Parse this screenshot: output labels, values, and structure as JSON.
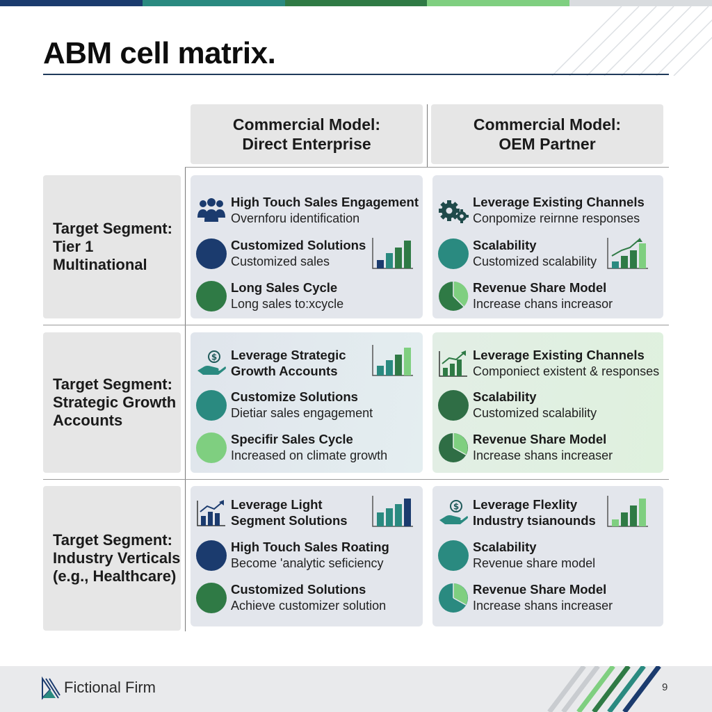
{
  "page": {
    "title": "ABM cell matrix.",
    "footer_brand": "Fictional Firm",
    "page_number": "9"
  },
  "colors": {
    "navy": "#1b3b6e",
    "teal": "#2a8a80",
    "green": "#2f7a45",
    "light_green": "#7fcf80",
    "panel": "#e6e6e6"
  },
  "columns": [
    {
      "label": "Commercial Model:\nDirect Enterprise"
    },
    {
      "label": "Commercial Model:\nOEM Partner"
    }
  ],
  "rows": [
    {
      "label": "Target Segment:\nTier 1\nMultinational"
    },
    {
      "label": "Target Segment:\nStrategic Growth\nAccounts"
    },
    {
      "label": "Target Segment:\nIndustry Verticals\n(e.g., Healthcare)"
    }
  ],
  "cells": [
    {
      "items": [
        {
          "title": "High Touch Sales Engagement",
          "subtitle": "Overnforu identification",
          "icon": "people-group-icon"
        },
        {
          "title": "Customized Solutions",
          "subtitle": "Customized sales",
          "icon": "navy-circle-icon"
        },
        {
          "title": "Long Sales Cycle",
          "subtitle": "Long sales to:xcycle",
          "icon": "green-circle-icon"
        }
      ]
    },
    {
      "items": [
        {
          "title": "Leverage Existing Channels",
          "subtitle": "Conpomize reirnne responses",
          "icon": "gears-icon"
        },
        {
          "title": "Scalability",
          "subtitle": "Customized scalability",
          "icon": "teal-circle-icon"
        },
        {
          "title": "Revenue Share Model",
          "subtitle": "Increase chans increasor",
          "icon": "pie-icon"
        }
      ]
    },
    {
      "items": [
        {
          "title": "Leverage Strategic",
          "subtitle": "Growth Accounts",
          "icon": "hand-dollar-icon"
        },
        {
          "title": "Customize Solutions",
          "subtitle": "Dietiar sales engagement",
          "icon": "teal-circle-icon"
        },
        {
          "title": "Specifir Sales Cycle",
          "subtitle": "Increased on climate growth",
          "icon": "light-green-circle-icon"
        }
      ]
    },
    {
      "items": [
        {
          "title": "Leverage Existing Channels",
          "subtitle": "Componiect existent & responses",
          "icon": "bar-arrow-icon"
        },
        {
          "title": "Scalability",
          "subtitle": "Customized scalability",
          "icon": "green-circle-icon"
        },
        {
          "title": "Revenue Share Model",
          "subtitle": "Increase shans increaser",
          "icon": "pie-icon"
        }
      ]
    },
    {
      "items": [
        {
          "title": "Leverage Light",
          "subtitle": "Segment Solutions",
          "icon": "bar-arrow-icon"
        },
        {
          "title": "High Touch Sales Roating",
          "subtitle": "Become 'analytic seficiency",
          "icon": "navy-circle-icon"
        },
        {
          "title": "Customized Solutions",
          "subtitle": "Achieve customizer solution",
          "icon": "green-circle-icon"
        }
      ]
    },
    {
      "items": [
        {
          "title": "Leverage Flexlity",
          "subtitle": "Industry tsianounds",
          "icon": "hand-dollar-icon"
        },
        {
          "title": "Scalability",
          "subtitle": "Revenue share model",
          "icon": "teal-circle-icon"
        },
        {
          "title": "Revenue Share Model",
          "subtitle": "Increase shans increaser",
          "icon": "pie-icon"
        }
      ]
    }
  ]
}
